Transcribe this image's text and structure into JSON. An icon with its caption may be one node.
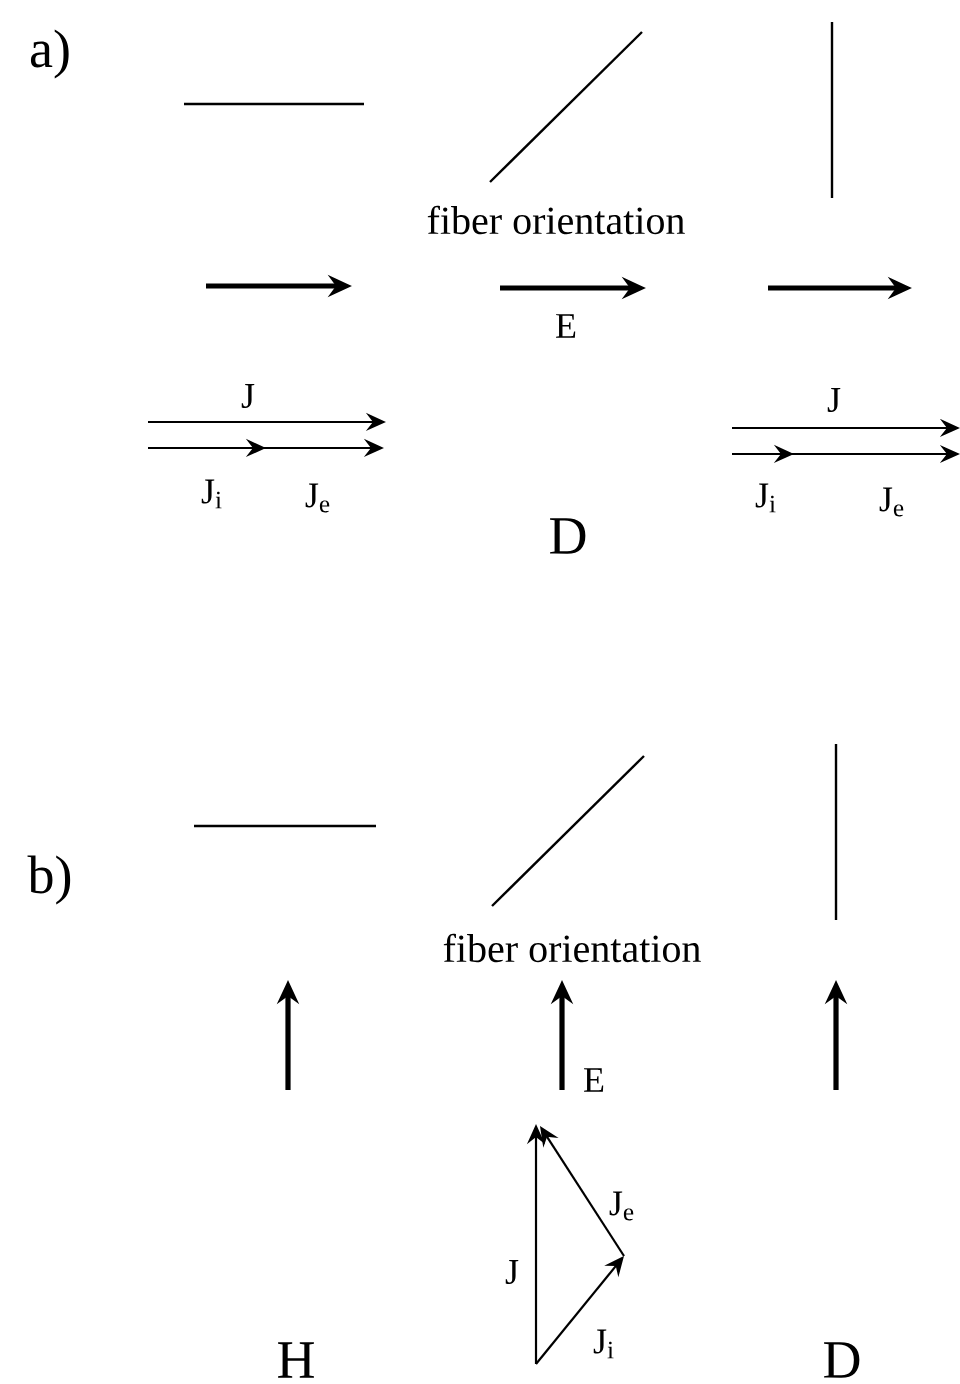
{
  "diagram": {
    "labels": [
      "a)",
      "fiber orientation",
      "E",
      "J",
      "J$_{i}$",
      "J$_{e}$",
      "D",
      "J",
      "J$_{i}$",
      "J$_{e}$",
      "b)",
      "fiber orientation",
      "E",
      "J$_{e}$",
      "J",
      "J$_{i}$",
      "H",
      "D"
    ]
  }
}
